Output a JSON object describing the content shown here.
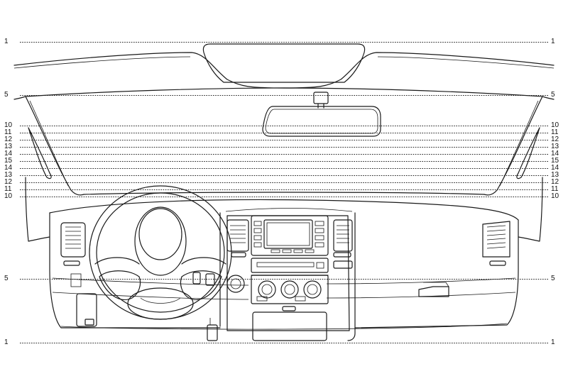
{
  "guides": [
    {
      "id": "1-top",
      "label": "1"
    },
    {
      "id": "5-top",
      "label": "5"
    },
    {
      "id": "10-top",
      "label": "10"
    },
    {
      "id": "11-top",
      "label": "11"
    },
    {
      "id": "12-top",
      "label": "12"
    },
    {
      "id": "13-top",
      "label": "13"
    },
    {
      "id": "14-top",
      "label": "14"
    },
    {
      "id": "15-mid",
      "label": "15"
    },
    {
      "id": "14-bot",
      "label": "14"
    },
    {
      "id": "13-bot",
      "label": "13"
    },
    {
      "id": "12-bot",
      "label": "12"
    },
    {
      "id": "11-bot",
      "label": "11"
    },
    {
      "id": "10-bot",
      "label": "10"
    },
    {
      "id": "5-bot",
      "label": "5"
    },
    {
      "id": "1-bot",
      "label": "1"
    }
  ],
  "colors": {
    "line": "#1a1a1a",
    "guide": "#222222",
    "background": "#ffffff"
  }
}
